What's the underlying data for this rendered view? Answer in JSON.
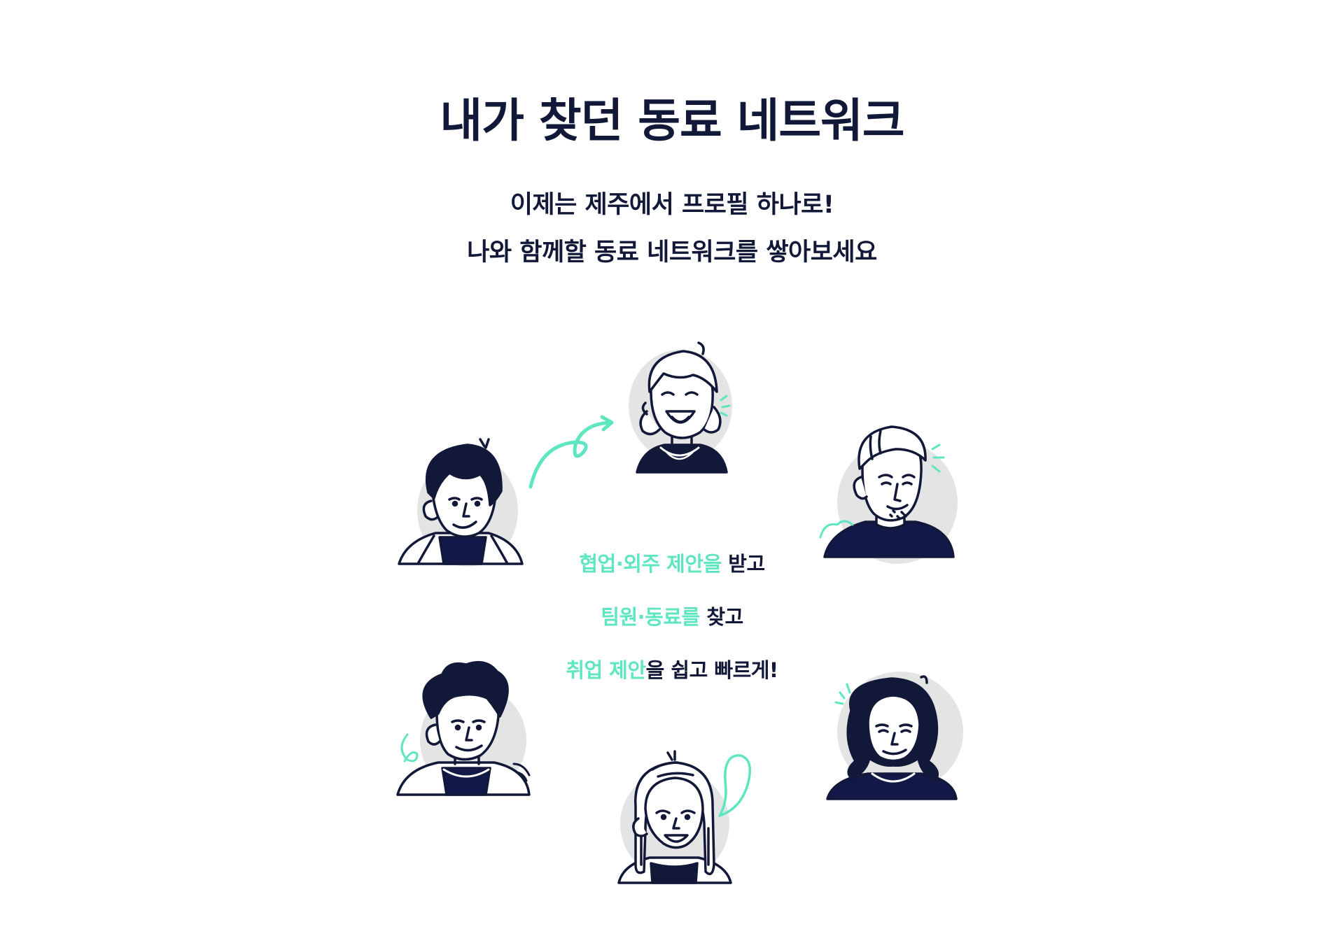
{
  "header": {
    "title": "내가 찾던 동료 네트워크",
    "subtitle_line1": "이제는 제주에서 프로필 하나로!",
    "subtitle_line2": "나와 함께할 동료 네트워크를 쌓아보세요"
  },
  "benefits": [
    {
      "highlight": "협업·외주 제안을",
      "rest": " 받고"
    },
    {
      "highlight": "팀원·동료를",
      "rest": " 찾고"
    },
    {
      "highlight": "취업 제안",
      "rest": "을 쉽고 빠르게!"
    }
  ],
  "colors": {
    "accent": "#5ee6c0",
    "navy": "#121848",
    "ink": "#121838",
    "blob": "#e4e4e4"
  },
  "illustrations": [
    "person-top-icon",
    "person-upper-left-icon",
    "person-upper-right-icon",
    "person-lower-left-icon",
    "person-lower-right-icon",
    "person-bottom-icon"
  ]
}
